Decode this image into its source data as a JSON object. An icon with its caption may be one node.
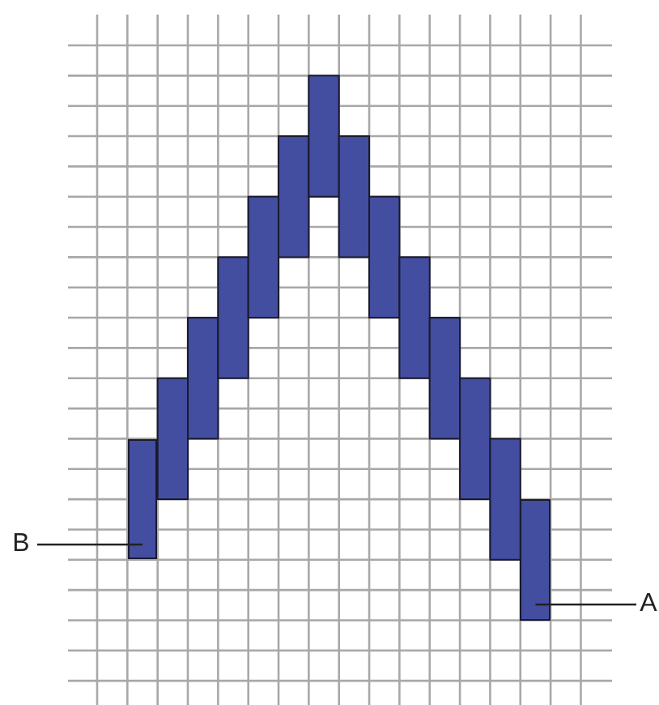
{
  "diagram": {
    "nodes": [
      {
        "text": [
          "B"
        ]
      },
      {
        "text": [],
        "shape": "bar"
      },
      {
        "text": [
          "A"
        ]
      },
      {
        "text": [],
        "shape": "bar"
      }
    ],
    "edges": [
      {
        "from": 0,
        "to": 1,
        "arrow": "none"
      },
      {
        "from": 2,
        "to": 3,
        "arrow": "none"
      }
    ]
  }
}
